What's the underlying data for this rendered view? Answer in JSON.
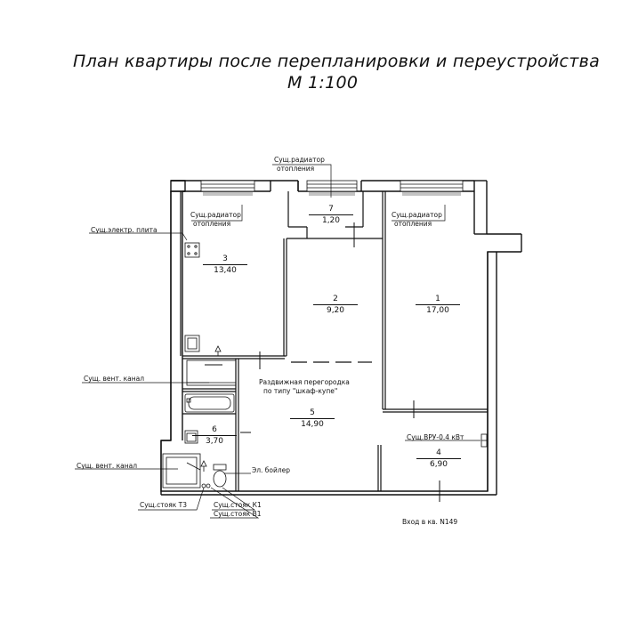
{
  "title": {
    "line1": "План квартиры после перепланировки и переустройства",
    "line2": "М 1:100"
  },
  "rooms": [
    {
      "number": "1",
      "area": "17,00"
    },
    {
      "number": "2",
      "area": "9,20"
    },
    {
      "number": "3",
      "area": "13,40"
    },
    {
      "number": "4",
      "area": "6,90"
    },
    {
      "number": "5",
      "area": "14,90"
    },
    {
      "number": "6",
      "area": "3,70"
    },
    {
      "number": "7",
      "area": "1,20"
    }
  ],
  "labels": {
    "radiator_top_1": "Сущ.радиатор",
    "radiator_top_2": "отопления",
    "radiator_left_1": "Сущ.радиатор",
    "radiator_left_2": "отопления",
    "radiator_right_1": "Сущ.радиатор",
    "radiator_right_2": "отопления",
    "stove": "Сущ.электр. плита",
    "vent_1": "Сущ. вент. канал",
    "vent_2": "Сущ. вент. канал",
    "partition_1": "Раздвижная перегородка",
    "partition_2": "по типу \"шкаф-купе\"",
    "vru": "Сущ.ВРУ-0.4 кВт",
    "boiler": "Эл. бойлер",
    "riser_t3": "Сущ.стояк Т3",
    "riser_k1": "Сущ.стояк К1",
    "riser_v1": "Сущ.стояк В1",
    "entrance": "Вход в кв. N149"
  }
}
